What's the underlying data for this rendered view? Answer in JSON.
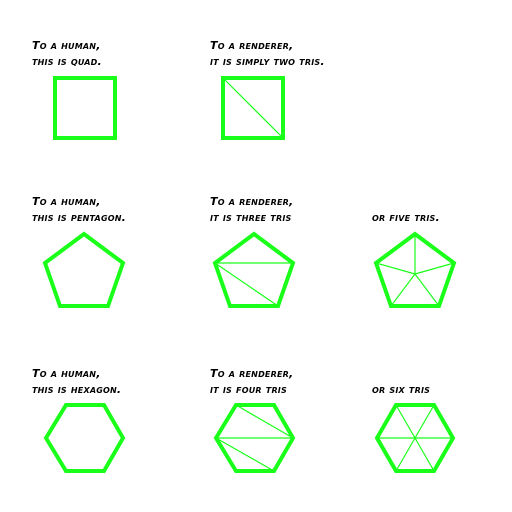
{
  "colors": {
    "shape": "#1aff1a",
    "text": "#000000",
    "background": "#ffffff"
  },
  "rows": [
    {
      "human": {
        "line1": "To a human,",
        "line2": "this is quad."
      },
      "renderer": {
        "line1": "To a renderer,",
        "line2": "it is simply two tris."
      },
      "alt": null
    },
    {
      "human": {
        "line1": "To a human,",
        "line2": "this is pentagon."
      },
      "renderer": {
        "line1": "To a renderer,",
        "line2": "it is three tris"
      },
      "alt": {
        "line1": "or five tris."
      }
    },
    {
      "human": {
        "line1": "To a human,",
        "line2": "this is hexagon."
      },
      "renderer": {
        "line1": "To a renderer,",
        "line2": "it is four tris"
      },
      "alt": {
        "line1": "or six tris"
      }
    }
  ]
}
